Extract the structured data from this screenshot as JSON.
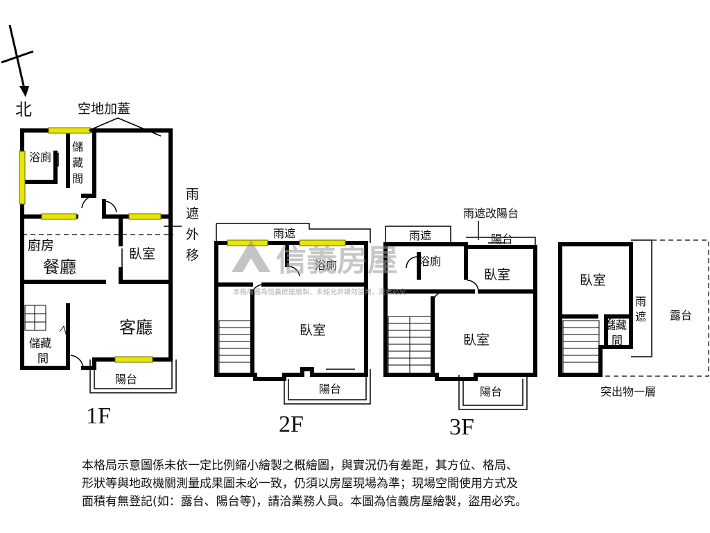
{
  "north_label": "北",
  "floors": {
    "f1": {
      "label": "1F",
      "rooms": {
        "bath": "浴廁",
        "storage_top": "儲藏間",
        "kitchen": "廚房",
        "dining": "餐廳",
        "bedroom": "臥室",
        "living": "客廳",
        "storage_bottom": "儲藏間",
        "balcony": "陽台"
      },
      "annotations": {
        "added_structure": "空地加蓋",
        "awning_moved": "雨遮外移"
      }
    },
    "f2": {
      "label": "2F",
      "rooms": {
        "awning": "雨遮",
        "bath": "浴廁",
        "bedroom": "臥室",
        "balcony": "陽台"
      }
    },
    "f3": {
      "label": "3F",
      "rooms": {
        "awning": "雨遮",
        "bath": "浴廁",
        "bedroom_top": "臥室",
        "bedroom_main": "臥室",
        "balcony_top": "陽台",
        "balcony_bottom": "陽台"
      },
      "annotations": {
        "awning_to_balcony": "雨遮改陽台"
      }
    },
    "roof": {
      "label": "突出物一層",
      "rooms": {
        "bedroom": "臥室",
        "storage": "儲藏間",
        "awning": "雨遮",
        "terrace": "露台"
      }
    }
  },
  "watermark": {
    "brand": "信義房屋",
    "notice": "本格局圖為信義房屋繪製，未經允許請勿盜用，違者必究"
  },
  "disclaimer": [
    "本格局示意圖係未依一定比例縮小繪製之概繪圖，與實況仍有差距，其方位、格局、",
    "形狀等與地政機關測量成果圖未必一致，仍須以房屋現場為準；現場空間使用方式及",
    "面積有無登記(如：露台、陽台等)，請洽業務人員。本圖為信義房屋繪製，盜用必究。"
  ],
  "colors": {
    "walls": "#000000",
    "windows": "#e6e600",
    "watermark": "#9a9a9a"
  }
}
